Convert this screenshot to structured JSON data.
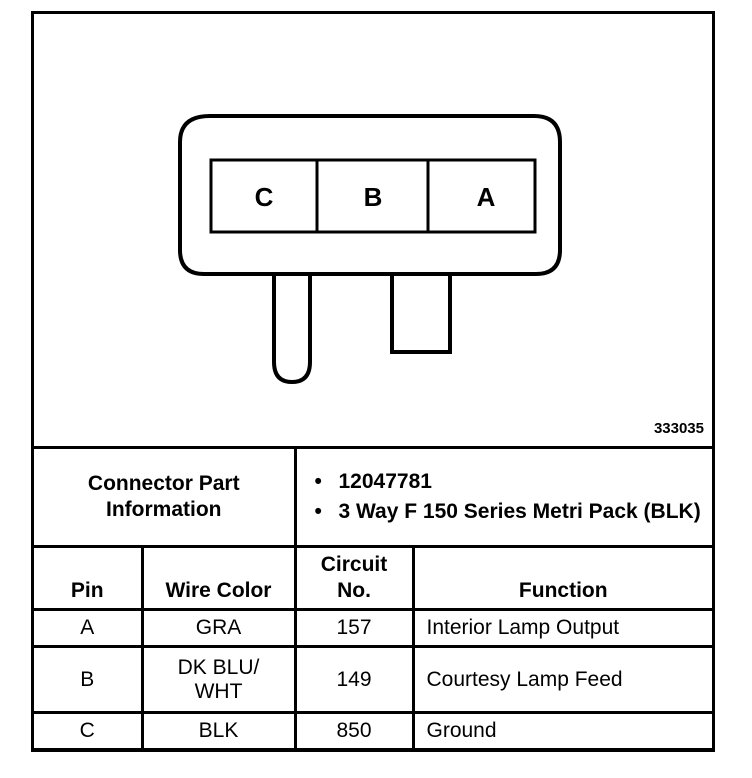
{
  "connector": {
    "pins": [
      "C",
      "B",
      "A"
    ],
    "figure_id": "333035"
  },
  "part_info": {
    "label_line1": "Connector Part",
    "label_line2": "Information",
    "items": [
      "12047781",
      "3 Way F 150 Series Metri Pack (BLK)"
    ]
  },
  "pin_table": {
    "headers": {
      "pin": "Pin",
      "wire_color": "Wire Color",
      "circuit_line1": "Circuit",
      "circuit_line2": "No.",
      "function": "Function"
    },
    "rows": [
      {
        "pin": "A",
        "wire_color": "GRA",
        "wire_color_line2": "",
        "circuit": "157",
        "function": "Interior Lamp Output"
      },
      {
        "pin": "B",
        "wire_color": "DK BLU/",
        "wire_color_line2": "WHT",
        "circuit": "149",
        "function": "Courtesy Lamp Feed"
      },
      {
        "pin": "C",
        "wire_color": "BLK",
        "wire_color_line2": "",
        "circuit": "850",
        "function": "Ground"
      }
    ]
  }
}
